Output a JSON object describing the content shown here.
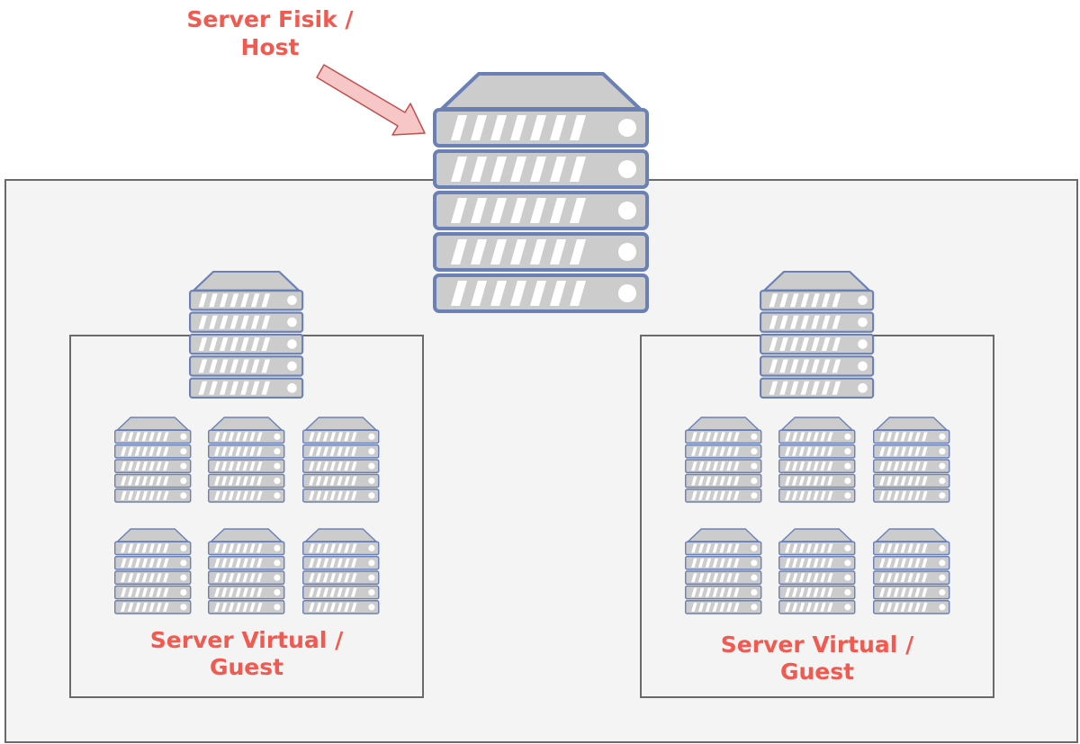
{
  "host_label": {
    "line1": "Server Fisik /",
    "line2": "Host"
  },
  "guest_labels": [
    {
      "line1": "Server Virtual /",
      "line2": "Guest"
    },
    {
      "line1": "Server Virtual /",
      "line2": "Guest"
    }
  ],
  "colors": {
    "label_text": "#f15a50",
    "server_fill": "#cccccc",
    "server_stroke": "#6b80b5",
    "box_fill": "#f4f4f4",
    "box_stroke": "#6a6a6a",
    "arrow_fill": "#f7c6c6",
    "arrow_stroke": "#c0504d"
  }
}
